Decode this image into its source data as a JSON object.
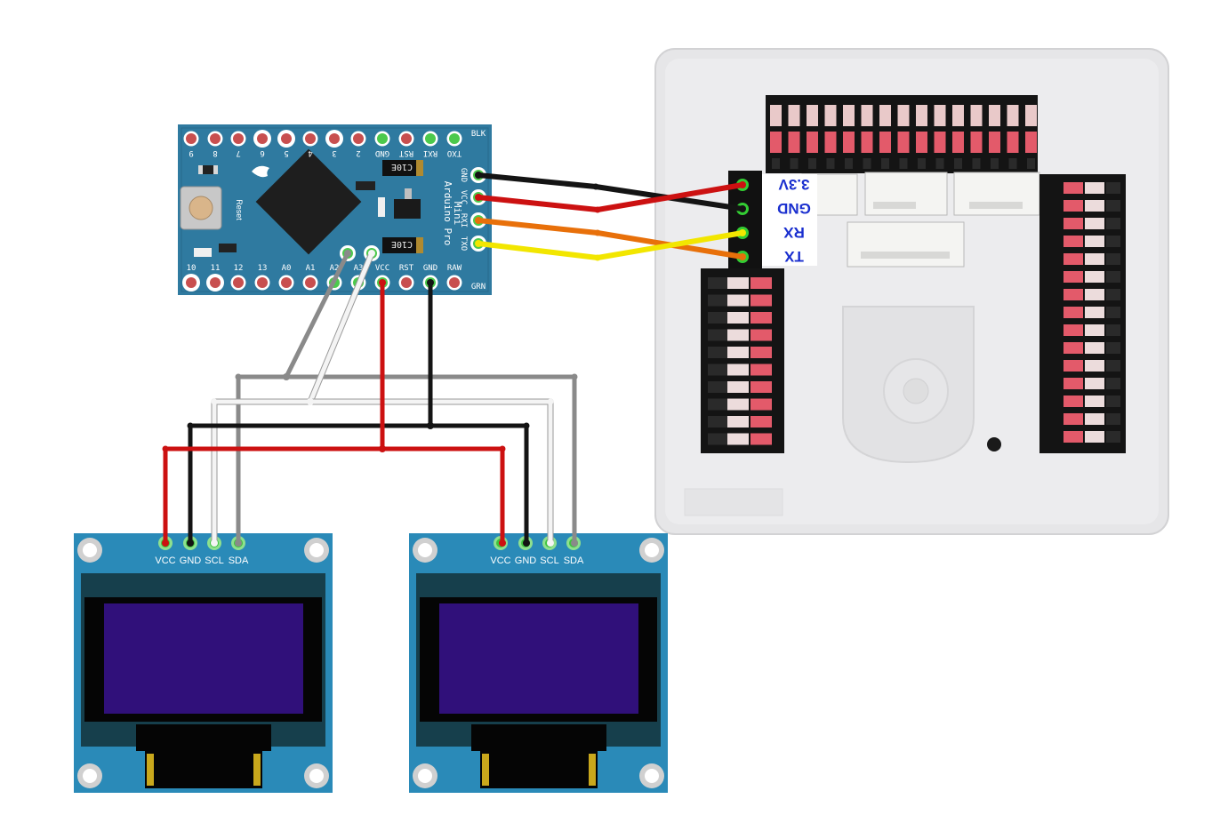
{
  "arduino": {
    "board_name": [
      "Arduino Pro",
      "Mini"
    ],
    "reset_label": "Reset",
    "chip_label": "C10E",
    "top_pins": [
      "9",
      "8",
      "7",
      "6",
      "5",
      "4",
      "3",
      "2",
      "GND",
      "RST",
      "RXI",
      "TXO"
    ],
    "bottom_pins": [
      "10",
      "11",
      "12",
      "13",
      "A0",
      "A1",
      "A2",
      "A3",
      "VCC",
      "RST",
      "GND",
      "RAW"
    ],
    "right_pins": [
      "GND",
      "VCC",
      "RXI",
      "TXO"
    ],
    "corner_top": "BLK",
    "corner_bottom": "GRN"
  },
  "oled_left": {
    "pins": [
      "VCC",
      "GND",
      "SCL",
      "SDA"
    ]
  },
  "oled_right": {
    "pins": [
      "VCC",
      "GND",
      "SCL",
      "SDA"
    ]
  },
  "robot_connector": {
    "labels": [
      "3.3V",
      "GND",
      "RX",
      "TX"
    ]
  },
  "colors": {
    "board": "#2f7aa0",
    "oled_pcb": "#2a8ab8",
    "screen": "#30107a",
    "wire_red": "#cc1111",
    "wire_black": "#141414",
    "wire_orange": "#e8700a",
    "wire_yellow": "#f2e600",
    "wire_grey": "#8a8a8a",
    "wire_white": "#f4f4f4",
    "connector_text": "#1a2fcf"
  }
}
